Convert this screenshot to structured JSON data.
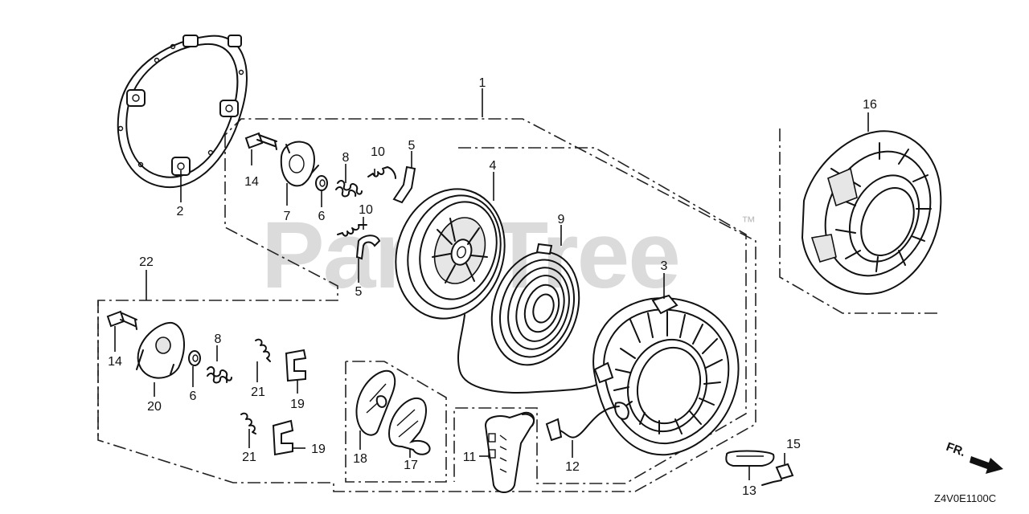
{
  "watermark": {
    "text": "PartsTree",
    "trademark": "™"
  },
  "diagram_code": "Z4V0E1100C",
  "direction_label": "FR.",
  "callouts": {
    "c1": "1",
    "c2": "2",
    "c3": "3",
    "c4": "4",
    "c5a": "5",
    "c5b": "5",
    "c6a": "6",
    "c6b": "6",
    "c7": "7",
    "c8a": "8",
    "c8b": "8",
    "c9": "9",
    "c10a": "10",
    "c10b": "10",
    "c11": "11",
    "c12": "12",
    "c13": "13",
    "c14a": "14",
    "c14b": "14",
    "c15": "15",
    "c16": "16",
    "c17": "17",
    "c18": "18",
    "c19a": "19",
    "c19b": "19",
    "c20": "20",
    "c21a": "21",
    "c21b": "21",
    "c22": "22"
  },
  "colors": {
    "line": "#111111",
    "watermark": "#bdbdbd",
    "background": "#ffffff"
  }
}
